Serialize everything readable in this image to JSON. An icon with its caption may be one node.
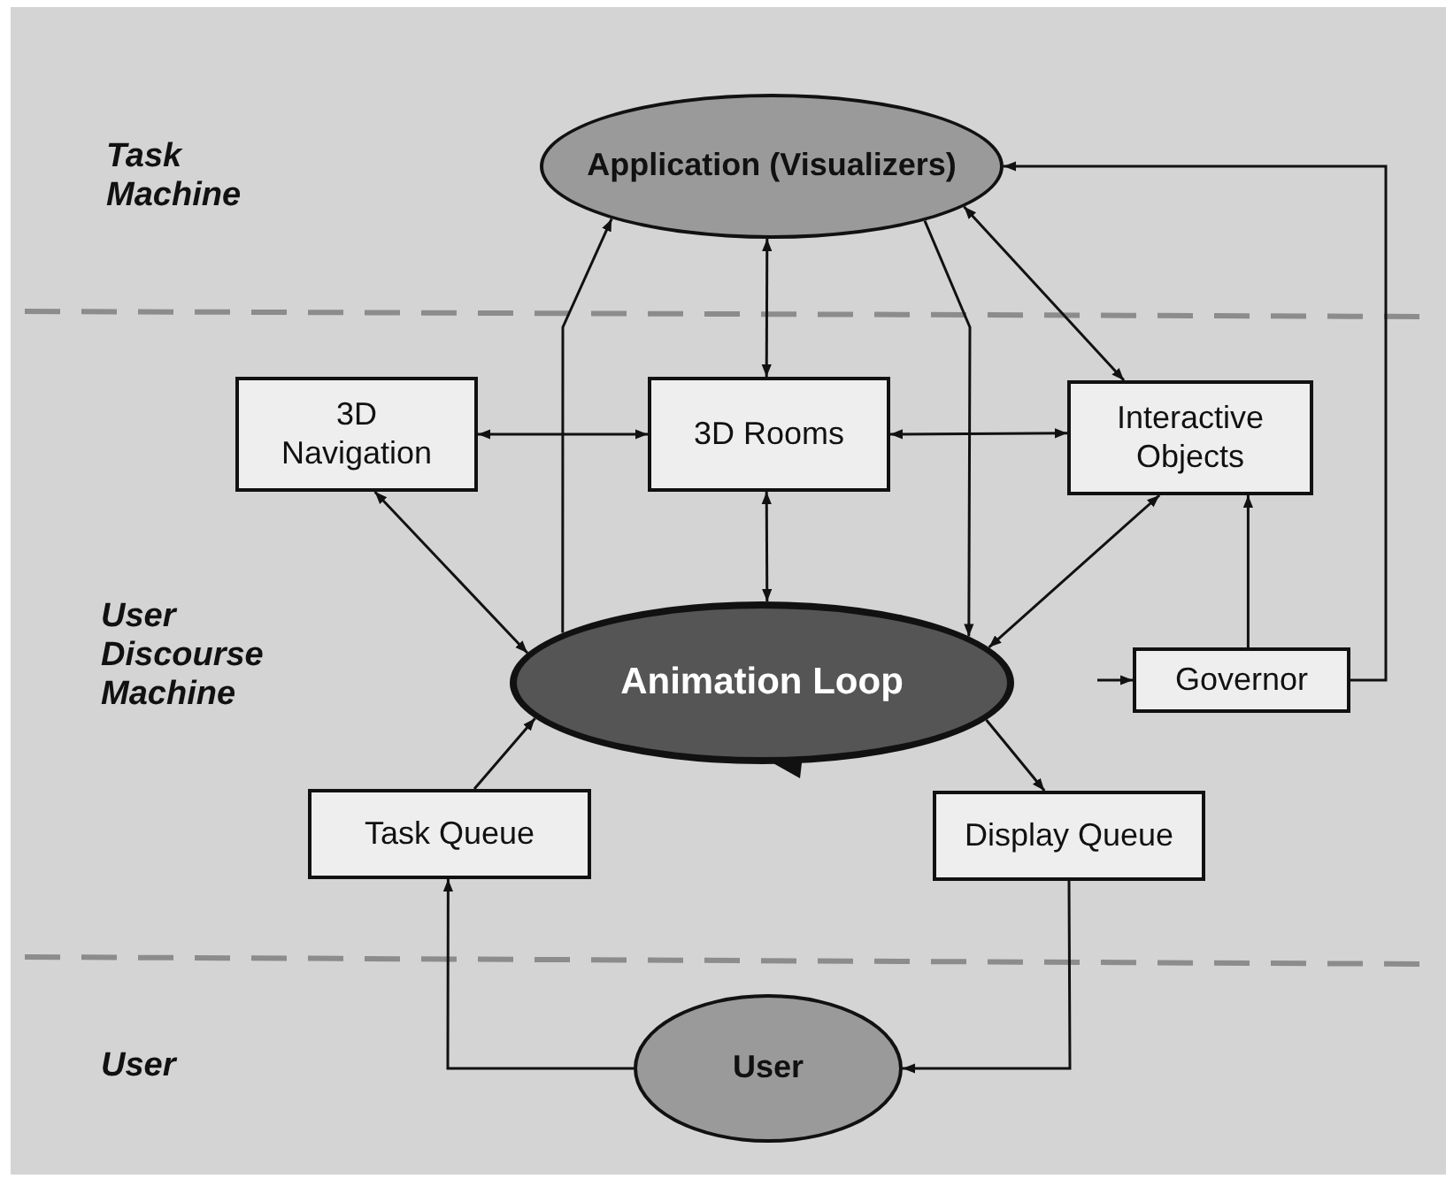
{
  "diagram": {
    "nodes": [
      {
        "text": [
          "Application (Visualizers)"
        ]
      },
      {
        "text": [
          "3D Navigation"
        ]
      },
      {
        "text": [
          "3D Rooms"
        ]
      },
      {
        "text": [
          "Interactive Objects"
        ]
      },
      {
        "text": [
          "Animation Loop"
        ]
      },
      {
        "text": [
          "Governor"
        ]
      },
      {
        "text": [
          "Task Queue"
        ]
      },
      {
        "text": [
          "Display Queue"
        ]
      },
      {
        "text": [
          "User"
        ]
      }
    ],
    "edges": [
      {
        "from": 4,
        "to": 0,
        "arrow": "to"
      },
      {
        "from": 0,
        "to": 2,
        "arrow": "both"
      },
      {
        "from": 0,
        "to": 4,
        "arrow": "to"
      },
      {
        "from": 0,
        "to": 3,
        "arrow": "both"
      },
      {
        "from": 1,
        "to": 2,
        "arrow": "both"
      },
      {
        "from": 2,
        "to": 3,
        "arrow": "both"
      },
      {
        "from": 1,
        "to": 4,
        "arrow": "both"
      },
      {
        "from": 2,
        "to": 4,
        "arrow": "both"
      },
      {
        "from": 3,
        "to": 4,
        "arrow": "both"
      },
      {
        "from": 5,
        "to": 3,
        "arrow": "to"
      },
      {
        "from": 5,
        "to": 0,
        "arrow": "to"
      },
      {
        "from": null,
        "to": 5,
        "arrow": "to"
      },
      {
        "from": 6,
        "to": 4,
        "arrow": "to"
      },
      {
        "from": 4,
        "to": 7,
        "arrow": "to"
      },
      {
        "from": 8,
        "to": 6,
        "arrow": "to"
      },
      {
        "from": 7,
        "to": 8,
        "arrow": "to"
      }
    ],
    "labels": [
      "Task Machine",
      "User Discourse Machine",
      "User"
    ]
  }
}
